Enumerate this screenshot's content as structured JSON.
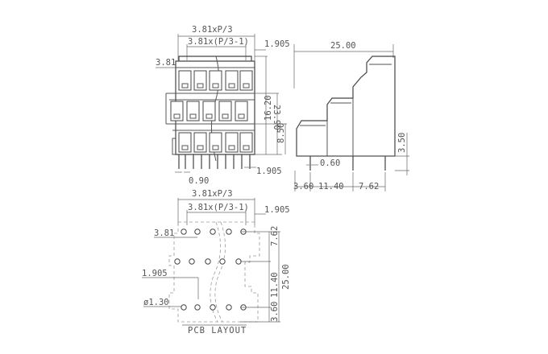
{
  "front_view": {
    "pitch_total": "3.81xP/3",
    "pitch_partial": "3.81x(P/3-1)",
    "right_offset": "1.905",
    "pitch": "3.81",
    "height_total": "23.90",
    "height_mid": "16.20",
    "height_low": "8.50",
    "pin_width": "0.90",
    "bottom_offset": "1.905"
  },
  "side_view": {
    "depth": "25.00",
    "pin_length": "3.50",
    "pin_width": "0.60",
    "dim_a": "3.60",
    "dim_b": "11.40",
    "dim_c": "7.62"
  },
  "pcb_layout": {
    "pitch_total": "3.81xP/3",
    "pitch_partial": "3.81x(P/3-1)",
    "right_offset": "1.905",
    "pitch": "3.81",
    "row_offset": "1.905",
    "hole_diameter": "ø1.30",
    "row_gap_a": "7.62",
    "row_gap_b": "11.40",
    "row_gap_c": "3.60",
    "depth": "25.00",
    "caption": "PCB LAYOUT"
  }
}
